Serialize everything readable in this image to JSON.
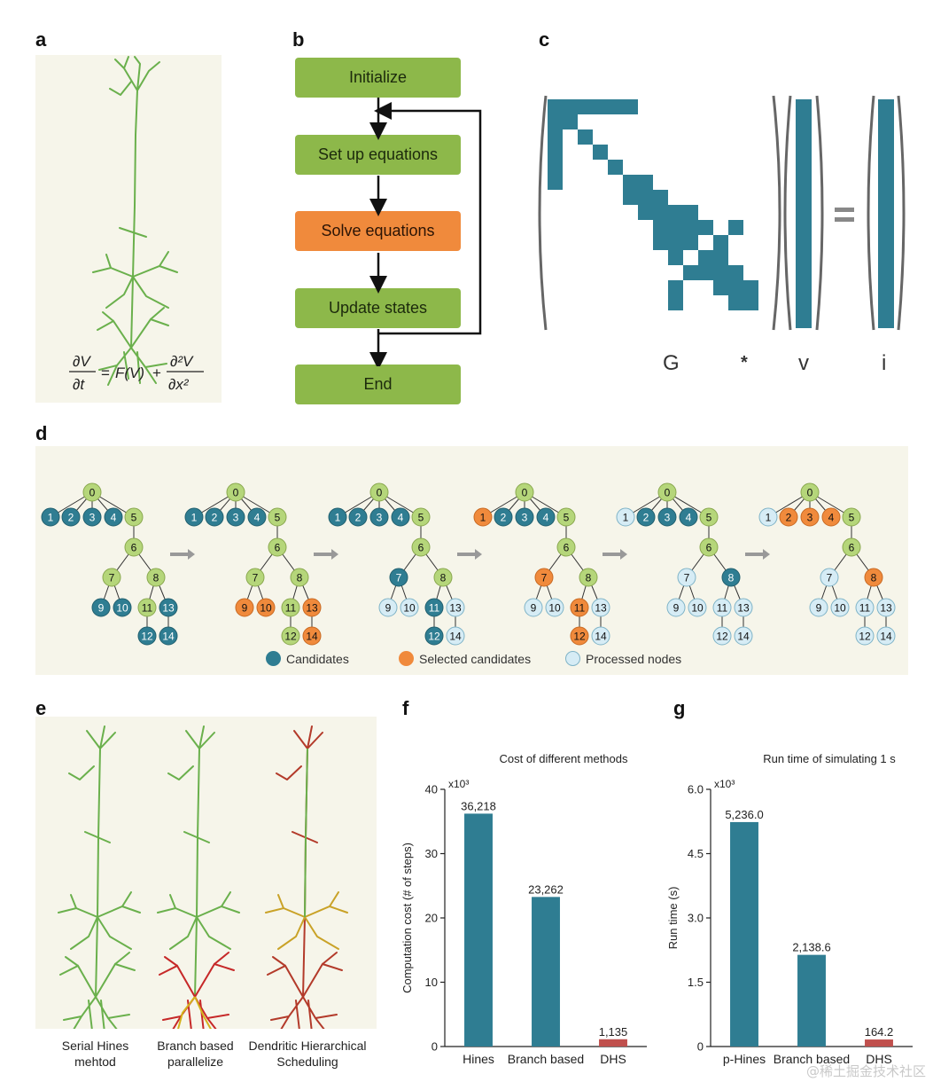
{
  "panels": {
    "a": "a",
    "b": "b",
    "c": "c",
    "d": "d",
    "e": "e",
    "f": "f",
    "g": "g"
  },
  "colors": {
    "green": "#8db84a",
    "orange": "#f08a3c",
    "teal": "#2f7d92",
    "light_blue": "#d6ecf5",
    "node_green": "#b5d67a",
    "panel_bg": "#f6f5ea",
    "dhs_red": "#c0504d"
  },
  "panel_a": {
    "equation": "∂V/∂t = F(V) + ∂²V/∂x²"
  },
  "flowchart": {
    "steps": [
      "Initialize",
      "Set up equations",
      "Solve equations",
      "Update states",
      "End"
    ],
    "highlighted": "Solve equations"
  },
  "matrix_equation": {
    "matrix_label": "G",
    "operator": "*",
    "vector_label": "v",
    "equals": "=",
    "result_label": "i"
  },
  "tree_scheduling": {
    "node_states_per_step": [
      [
        "g",
        "c",
        "c",
        "c",
        "c",
        "g",
        "g",
        "g",
        "g",
        "c",
        "c",
        "g",
        "c",
        "c",
        "c"
      ],
      [
        "g",
        "c",
        "c",
        "c",
        "c",
        "g",
        "g",
        "g",
        "g",
        "o",
        "o",
        "g",
        "g",
        "o",
        "o"
      ],
      [
        "g",
        "c",
        "c",
        "c",
        "c",
        "g",
        "g",
        "c",
        "g",
        "p",
        "p",
        "c",
        "c",
        "p",
        "p"
      ],
      [
        "g",
        "o",
        "c",
        "c",
        "c",
        "g",
        "g",
        "o",
        "g",
        "p",
        "p",
        "o",
        "o",
        "p",
        "p"
      ],
      [
        "g",
        "p",
        "c",
        "c",
        "c",
        "g",
        "g",
        "p",
        "c",
        "p",
        "p",
        "p",
        "p",
        "p",
        "p"
      ],
      [
        "g",
        "p",
        "o",
        "o",
        "o",
        "g",
        "g",
        "p",
        "o",
        "p",
        "p",
        "p",
        "p",
        "p",
        "p"
      ]
    ],
    "legend": [
      {
        "key": "c",
        "label": "Candidates"
      },
      {
        "key": "o",
        "label": "Selected candidates"
      },
      {
        "key": "p",
        "label": "Processed nodes"
      }
    ]
  },
  "panel_e": {
    "captions": [
      "Serial Hines\nmehtod",
      "Branch based\nparallelize",
      "Dendritic Hierarchical\nScheduling"
    ]
  },
  "chart_data": [
    {
      "type": "bar",
      "title": "Cost of different methods",
      "ylabel": "Computation cost (# of steps)",
      "y_multiplier": "x10³",
      "categories": [
        "Hines",
        "Branch based",
        "DHS"
      ],
      "values": [
        36218,
        23262,
        1135
      ],
      "value_labels": [
        "36,218",
        "23,262",
        "1,135"
      ],
      "ylim": [
        0,
        40000
      ],
      "yticks": [
        0,
        10,
        20,
        30,
        40
      ],
      "bar_colors": [
        "#2f7d92",
        "#2f7d92",
        "#c0504d"
      ]
    },
    {
      "type": "bar",
      "title": "Run time of simulating 1 s",
      "ylabel": "Run time (s)",
      "y_multiplier": "x10³",
      "categories": [
        "p-Hines",
        "Branch based",
        "DHS"
      ],
      "values": [
        5236.0,
        2138.6,
        164.2
      ],
      "value_labels": [
        "5,236.0",
        "2,138.6",
        "164.2"
      ],
      "ylim": [
        0,
        6000
      ],
      "yticks": [
        "0",
        "1.5",
        "3.0",
        "4.5",
        "6.0"
      ],
      "bar_colors": [
        "#2f7d92",
        "#2f7d92",
        "#c0504d"
      ]
    }
  ],
  "watermark": "@稀土掘金技术社区"
}
